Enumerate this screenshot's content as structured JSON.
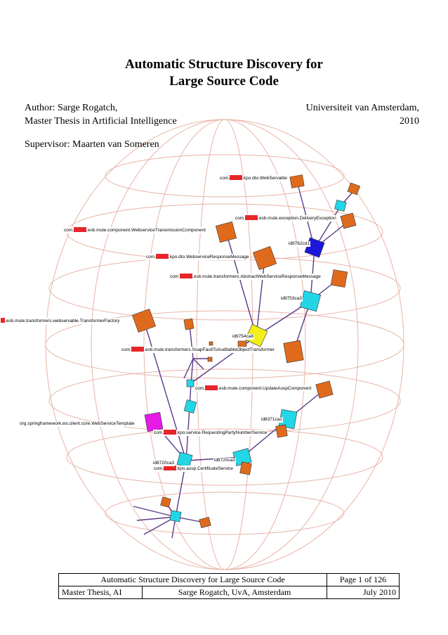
{
  "title": {
    "line1": "Automatic Structure Discovery for",
    "line2": "Large Source Code"
  },
  "author": "Author: Sarge Rogatch,",
  "degree": "Master Thesis in Artificial Intelligence",
  "university": "Universiteit van Amsterdam,",
  "year": "2010",
  "supervisor": "Supervisor: Maarten van Someren",
  "graph_labels": [
    {
      "pre": "com.",
      "post": ".kpo.dto.WebServable"
    },
    {
      "pre": "com",
      "post": ".esb.mule.exception.DeliveryException"
    },
    {
      "pre": "com.",
      "post": ".esb.mule.component.WebserviceTransmissionComponent"
    },
    {
      "pre": "com.",
      "post": ".kpo.dto.WebserviceResponseMessage"
    },
    {
      "pre": "com",
      "post": ".esb.mule.transformers.AbstractWebServiceResponseMessage"
    },
    {
      "pre": "",
      "post": ".esb.mule.transformers.webservable.TransformerFactory"
    },
    {
      "pre": "com.",
      "post": ".esb.mule.transformers.SoapFaultToAuditableObjectTransformer"
    },
    {
      "pre": "com.",
      "post": ".esb.mule.component.UpdateAuspComponent"
    },
    {
      "pre": "",
      "post": "org.springframework.ws.client.core.WebServiceTemplate"
    },
    {
      "pre": "com.",
      "post": ".kpo.service.RequestingPartyNumberService"
    },
    {
      "pre": "com.",
      "post": ".kpo.ausp.CertificateService"
    },
    {
      "pre": "",
      "post": "id9762cd1"
    },
    {
      "pre": "",
      "post": "id9753ca3"
    },
    {
      "pre": "",
      "post": "id9754ca8"
    },
    {
      "pre": "",
      "post": "id8371ca2"
    },
    {
      "pre": "",
      "post": "id8720ca3"
    },
    {
      "pre": "",
      "post": "id8720ca3"
    }
  ],
  "colors": {
    "node_orange": "#e06a1c",
    "node_cyan": "#22d6e6",
    "node_blue": "#1b17d8",
    "node_yellow": "#f2ee1a",
    "node_magenta": "#e61ae6",
    "edge": "#5a3a8a",
    "grid": "#e8b4a6"
  },
  "footer": {
    "title": "Automatic Structure Discovery for Large Source Code",
    "page": "Page 1 of 126",
    "thesis": "Master Thesis, AI",
    "author_place": "Sarge Rogatch, UvA, Amsterdam",
    "date": "July 2010"
  }
}
